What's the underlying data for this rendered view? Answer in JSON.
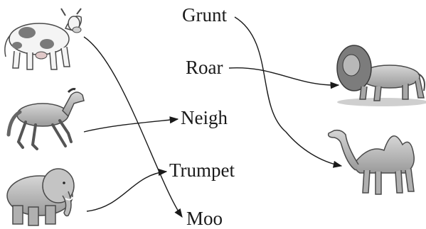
{
  "words": {
    "grunt": "Grunt",
    "roar": "Roar",
    "neigh": "Neigh",
    "trumpet": "Trumpet",
    "moo": "Moo"
  },
  "animals": {
    "left": [
      "cow",
      "horse",
      "elephant"
    ],
    "right": [
      "lion",
      "camel"
    ]
  },
  "connections": [
    {
      "from": "cow",
      "to": "Moo"
    },
    {
      "from": "horse",
      "to": "Neigh"
    },
    {
      "from": "elephant",
      "to": "Trumpet"
    },
    {
      "from": "Roar",
      "to": "lion"
    },
    {
      "from": "Grunt",
      "to": "camel"
    }
  ],
  "colors": {
    "ink": "#1a1a1a",
    "animal_fill": "#bdbdbd",
    "animal_stroke": "#4a4a4a"
  }
}
